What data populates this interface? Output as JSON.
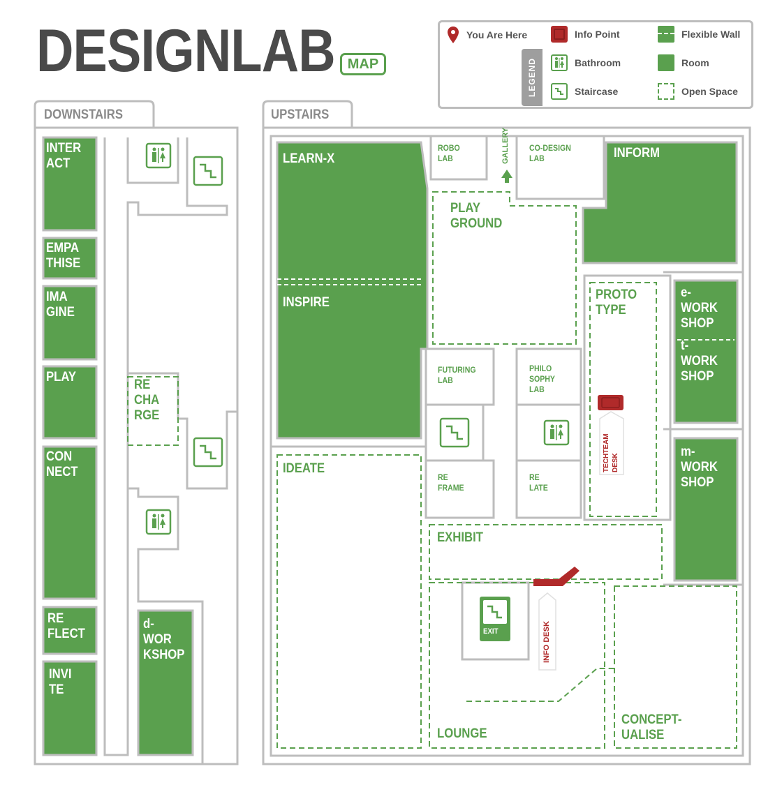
{
  "title": "DESIGNLAB",
  "title_badge": "MAP",
  "legend": {
    "tab_label": "LEGEND",
    "items": {
      "you_are_here": "You Are Here",
      "info_point": "Info Point",
      "flexible_wall": "Flexible Wall",
      "bathroom": "Bathroom",
      "room": "Room",
      "staircase": "Staircase",
      "open_space": "Open Space"
    }
  },
  "downstairs": {
    "tab_label": "DOWNSTAIRS",
    "rooms": {
      "interact": "INTER\nACT",
      "empathise": "EMPA\nTHISE",
      "imagine": "IMA\nGINE",
      "play": "PLAY",
      "connect": "CON\nNECT",
      "reflect": "RE\nFLECT",
      "invite": "INVI\nTE",
      "d_workshop": "d-\nWOR\nKSHOP"
    },
    "open_spaces": {
      "recharge": "RE\nCHA\nRGE"
    }
  },
  "upstairs": {
    "tab_label": "UPSTAIRS",
    "rooms": {
      "learn_x": "LEARN-X",
      "inspire": "INSPIRE",
      "inform": "INFORM",
      "e_workshop": "e-\nWORK\nSHOP",
      "t_workshop": "t-\nWORK\nSHOP",
      "m_workshop": "m-\nWORK\nSHOP"
    },
    "small_rooms": {
      "robo_lab": "ROBO\nLAB",
      "co_design_lab": "CO-DESIGN\nLAB",
      "futuring_lab": "FUTURING\nLAB",
      "philosophy_lab": "PHILO\nSOPHY\nLAB",
      "reframe": "RE\nFRAME",
      "relate": "RE\nLATE"
    },
    "open_spaces": {
      "playground": "PLAY\nGROUND",
      "prototype": "PROTO\nTYPE",
      "ideate": "IDEATE",
      "exhibit": "EXHIBIT",
      "lounge": "LOUNGE",
      "conceptualise": "CONCEPT-\nUALISE"
    },
    "markers": {
      "gallery": "GALLERY",
      "exit": "EXIT",
      "info_desk": "INFO DESK",
      "techteam_desk": "TECHTEAM\nDESK"
    }
  },
  "colors": {
    "room_green": "#5aa04e",
    "wall_gray": "#bdbdbd",
    "info_red": "#b02a2a",
    "title_gray": "#4a4a4a"
  }
}
